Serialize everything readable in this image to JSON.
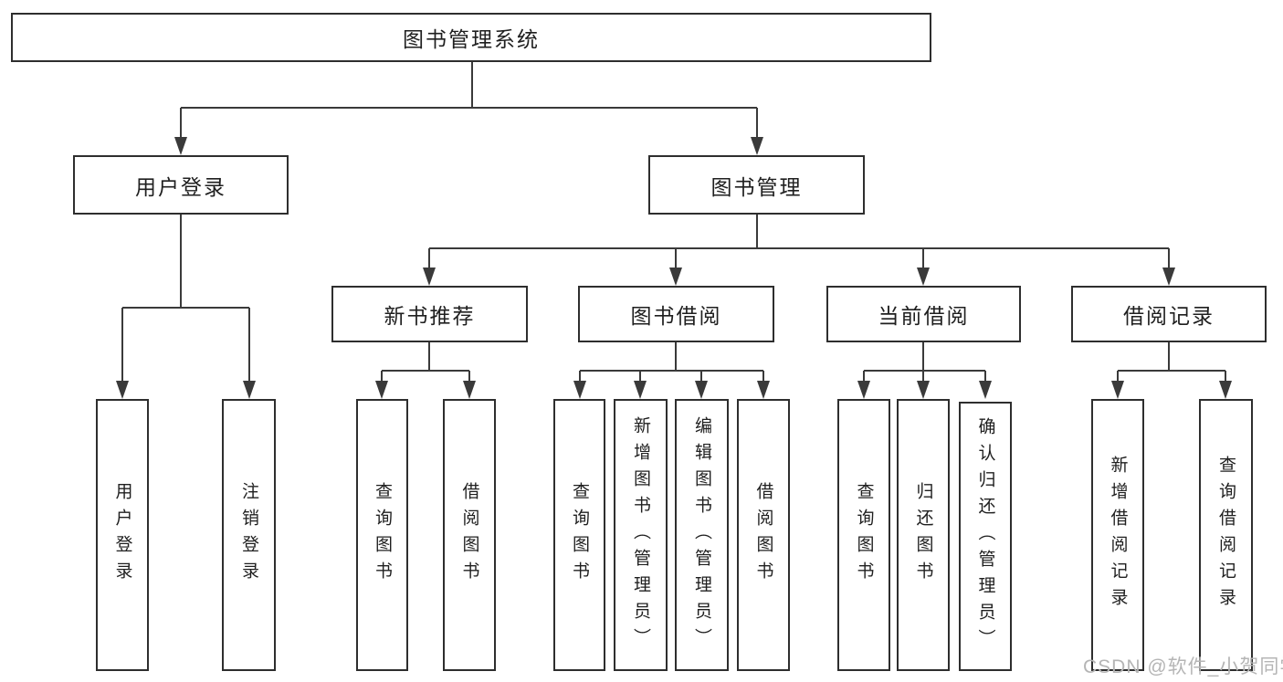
{
  "diagram": {
    "root_label": "图书管理系统",
    "user_login": {
      "label": "用户登录",
      "children": [
        "用户登录",
        "注销登录"
      ]
    },
    "book_management": {
      "label": "图书管理"
    },
    "sections": {
      "new_book": {
        "label": "新书推荐",
        "children": [
          "查询图书",
          "借阅图书"
        ]
      },
      "borrow": {
        "label": "图书借阅",
        "children": [
          "查询图书",
          "新增图书（管理员）",
          "编辑图书（管理员）",
          "借阅图书"
        ]
      },
      "current": {
        "label": "当前借阅",
        "children": [
          "查询图书",
          "归还图书",
          "确认归还（管理员）"
        ]
      },
      "records": {
        "label": "借阅记录",
        "children": [
          "新增借阅记录",
          "查询借阅记录"
        ]
      }
    },
    "watermark": "CSDN @软件_小贺同学",
    "colors": {
      "line": "#3a3a3a",
      "box_border": "#2e2e2e",
      "background": "#ffffff",
      "text": "#1f1f1f",
      "watermark": "#b5b5b5"
    }
  }
}
